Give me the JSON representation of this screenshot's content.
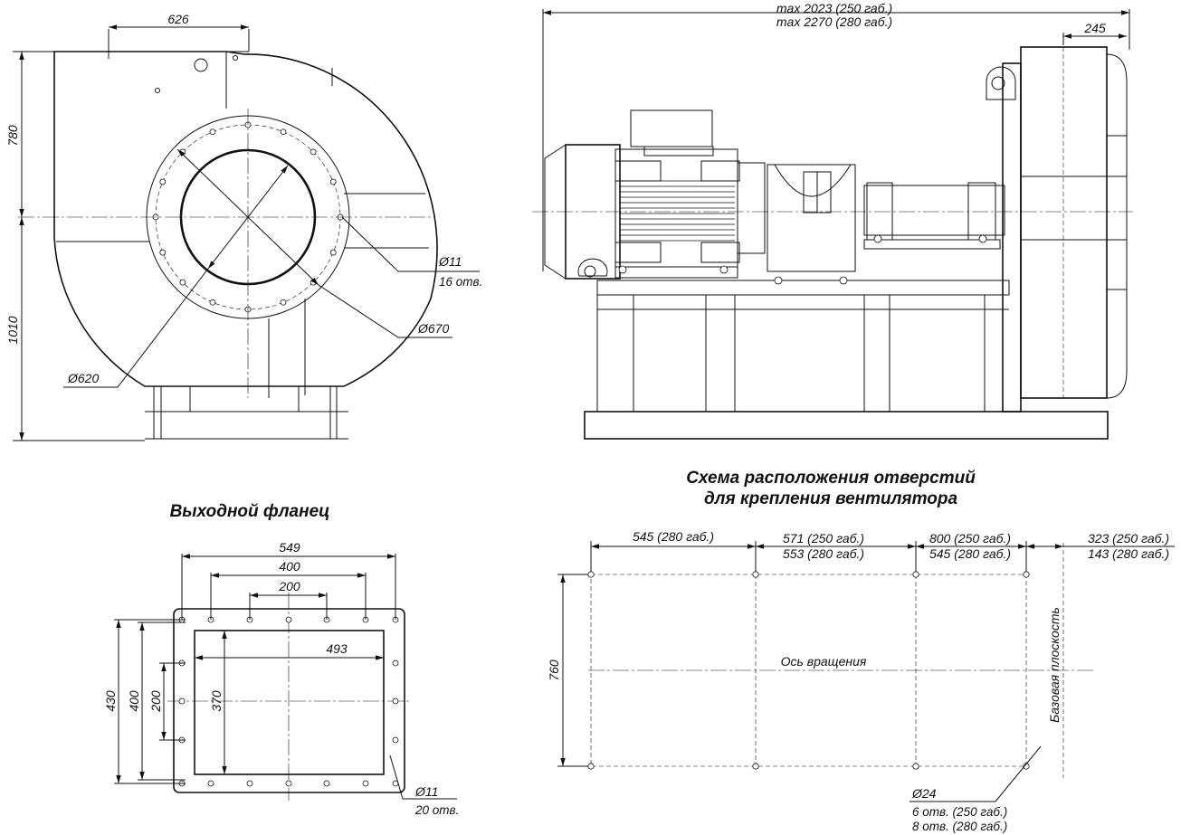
{
  "top_view_dims": {
    "width": "626",
    "upper": "780",
    "lower": "1010"
  },
  "top_view_callouts": {
    "bolt_dia": "Ø11",
    "bolt_count": "16 отв.",
    "outer_dia": "Ø670",
    "inner_dia": "Ø620"
  },
  "side_view_dims": {
    "length_250": "max 2023 (250 габ.)",
    "length_280": "max 2270 (280 габ.)",
    "housing_depth": "245"
  },
  "outlet_flange": {
    "title": "Выходной фланец",
    "w_outer": "549",
    "w_bolt": "400",
    "w_bolt_inner": "200",
    "w_open": "493",
    "h_outer": "430",
    "h_bolt": "400",
    "h_bolt_inner": "200",
    "h_open": "370",
    "hole_dia": "Ø11",
    "hole_count": "20 отв."
  },
  "mount_scheme": {
    "title_line1": "Схема расположения отверстий",
    "title_line2": "для крепления вентилятора",
    "d1": "545 (280 габ.)",
    "d2a": "571 (250 габ.)",
    "d2b": "553 (280 габ.)",
    "d3a": "800 (250 габ.)",
    "d3b": "545 (280 габ.)",
    "d4a": "323 (250 габ.)",
    "d4b": "143 (280 габ.)",
    "height": "760",
    "axis_label": "Ось вращения",
    "base_plane": "Базовая плоскость",
    "hole_dia": "Ø24",
    "holes_250": "6 отв. (250 габ.)",
    "holes_280": "8 отв. (280 габ.)"
  }
}
